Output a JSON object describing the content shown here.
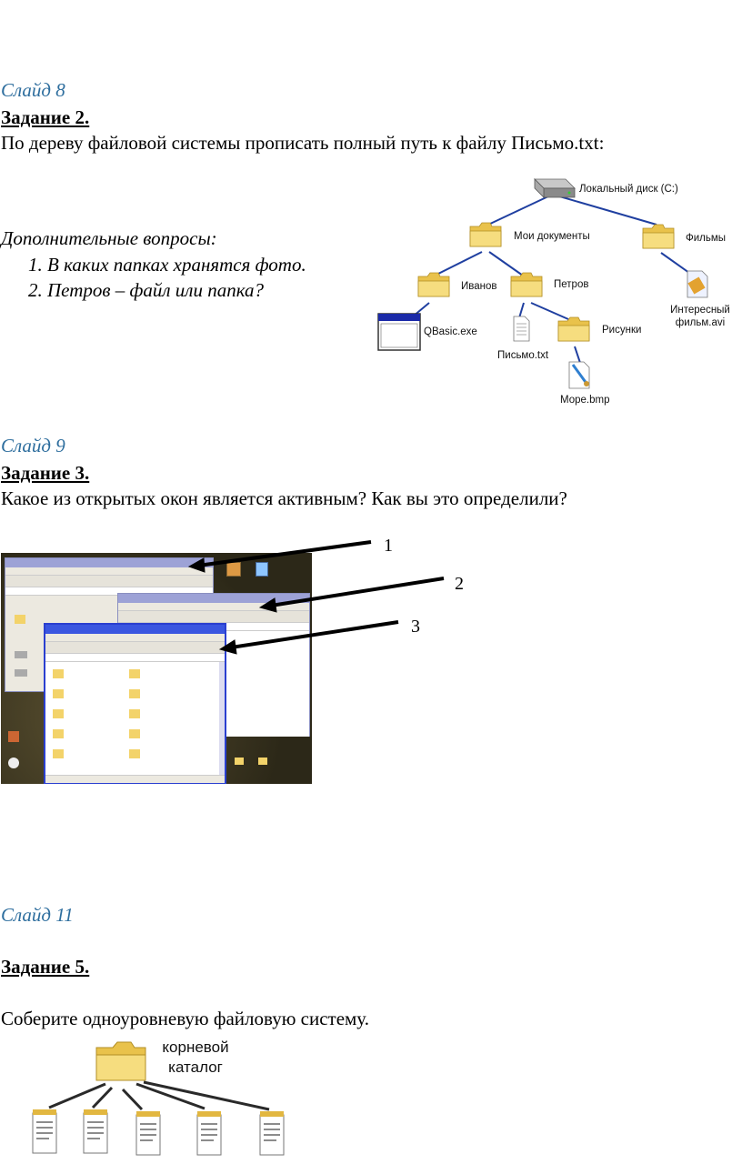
{
  "slide8": {
    "heading": "Слайд 8",
    "task": "Задание 2.",
    "text": "По дереву файловой системы  прописать полный путь к файлу Письмо.txt:",
    "extra_title": "Дополнительные вопросы:",
    "questions": [
      "1.  В каких папках хранятся фото.",
      "2.  Петров – файл или папка?"
    ],
    "tree": {
      "root": "Локальный диск (C:)",
      "my_docs": "Мои документы",
      "films": "Фильмы",
      "ivanov": "Иванов",
      "petrov": "Петров",
      "film_file_1": "Интересный",
      "film_file_2": "фильм.avi",
      "qbasic": "QBasic.exe",
      "letter": "Письмо.txt",
      "pictures": "Рисунки",
      "sea": "Море.bmp"
    }
  },
  "slide9": {
    "heading": "Слайд 9",
    "task": "Задание 3.",
    "text": "Какое из открытых окон является активным? Как вы это определили?",
    "labels": [
      "1",
      "2",
      "3"
    ]
  },
  "slide11": {
    "heading": "Слайд 11",
    "task": "Задание 5.",
    "text": "Соберите одноуровневую файловую систему.",
    "root_line1": "корневой",
    "root_line2": "каталог"
  },
  "colors": {
    "heading_blue": "#2e6e9e",
    "tree_line": "#1f3fa0",
    "folder": "#f3d36a",
    "xp_blue": "#7f84c8"
  }
}
